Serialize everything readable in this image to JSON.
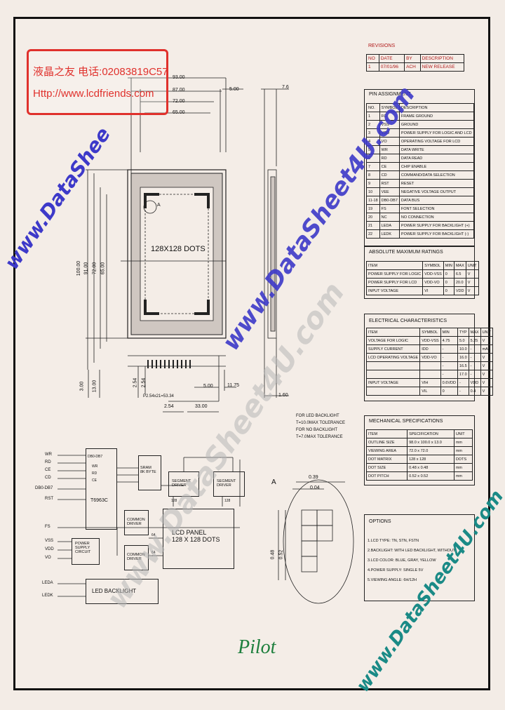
{
  "stamp": {
    "line1": "液晶之友 电话:02083819C57",
    "line2": "Http://www.lcdfriends.com"
  },
  "watermark": {
    "text_main": "www.DataSheet4U.com",
    "text_left": "www.DataShee",
    "text_right": "www.DataSheet4U.com",
    "color_blue": "#3d39c9",
    "color_teal": "#1a8a86",
    "color_grey": "#b7b7b7"
  },
  "revisions": {
    "title": "REVISIONS",
    "headers": [
      "NO",
      "DATE",
      "BY",
      "DESCRIPTION"
    ],
    "rows": [
      [
        "1",
        "07/01/96",
        "ACH",
        "NEW RELEASE"
      ]
    ]
  },
  "pins": {
    "title": "PIN ASSIGNMENT",
    "headers": [
      "NO.",
      "SYMBOL",
      "DESCRIPTION"
    ],
    "rows": [
      [
        "1",
        "FG",
        "FRAME GROUND"
      ],
      [
        "2",
        "VSS",
        "GROUND"
      ],
      [
        "3",
        "VDD",
        "POWER SUPPLY FOR LOGIC AND LCD"
      ],
      [
        "4",
        "VO",
        "OPERATING VOLTAGE FOR LCD"
      ],
      [
        "5",
        "WR",
        "DATA WRITE"
      ],
      [
        "6",
        "RD",
        "DATA READ"
      ],
      [
        "7",
        "CE",
        "CHIP ENABLE"
      ],
      [
        "8",
        "CD",
        "COMMAND/DATA SELECTION"
      ],
      [
        "9",
        "RST",
        "RESET"
      ],
      [
        "10",
        "VEE",
        "NEGATIVE VOLTAGE OUTPUT"
      ],
      [
        "11-18",
        "DB0-DB7",
        "DATA BUS"
      ],
      [
        "19",
        "FS",
        "FONT SELECTION"
      ],
      [
        "20",
        "NC",
        "NO CONNECTION"
      ],
      [
        "21",
        "LEDA",
        "POWER SUPPLY FOR BACKLIGHT (+)"
      ],
      [
        "22",
        "LEDK",
        "POWER SUPPLY FOR BACKLIGHT (-)"
      ]
    ]
  },
  "abs_max": {
    "title": "ABSOLUTE MAXIMUM RATINGS",
    "headers": [
      "ITEM",
      "SYMBOL",
      "MIN",
      "MAX",
      "UNIT"
    ],
    "rows": [
      [
        "POWER SUPPLY FOR LOGIC",
        "VDD-VSS",
        "0",
        "6.5",
        "V"
      ],
      [
        "POWER SUPPLY FOR LCD",
        "VDD-VO",
        "0",
        "20.0",
        "V"
      ],
      [
        "INPUT VOLTAGE",
        "VI",
        "0",
        "VDD",
        "V"
      ]
    ]
  },
  "electrical": {
    "title": "ELECTRICAL CHARACTERISTICS",
    "headers": [
      "ITEM",
      "SYMBOL",
      "MIN",
      "TYP",
      "MAX",
      "UNIT"
    ],
    "rows": [
      [
        "VOLTAGE FOR LOGIC",
        "VDD-VSS",
        "4.75",
        "5.0",
        "5.25",
        "V"
      ],
      [
        "SUPPLY CURRENT",
        "IDD",
        "-",
        "10.0",
        "-",
        "mA"
      ],
      [
        "LCD OPERATING VOLTAGE",
        "VDD-VO",
        "-",
        "16.0",
        "-",
        "V"
      ],
      [
        "",
        "",
        "-",
        "16.5",
        "-",
        "V"
      ],
      [
        "",
        "",
        "-",
        "17.0",
        "-",
        "V"
      ],
      [
        "INPUT VOLTAGE",
        "VIH",
        "0.6VDD",
        "-",
        "VDD",
        "V"
      ],
      [
        "",
        "VIL",
        "0",
        "-",
        "0.4",
        "V"
      ]
    ]
  },
  "mechanical": {
    "title": "MECHANICAL SPECIFICATIONS",
    "headers": [
      "ITEM",
      "SPECIFICATION",
      "UNIT"
    ],
    "rows": [
      [
        "OUTLINE SIZE",
        "98.0 x 100.0 x 13.0",
        "mm"
      ],
      [
        "VIEWING AREA",
        "72.0 x 72.0",
        "mm"
      ],
      [
        "DOT MATRIX",
        "128 x 128",
        "DOTS"
      ],
      [
        "DOT SIZE",
        "0.48 x 0.48",
        "mm"
      ],
      [
        "DOT PITCH",
        "0.52 x 0.52",
        "mm"
      ]
    ]
  },
  "options": {
    "title": "OPTIONS",
    "lines": [
      "1.LCD TYPE: TN, STN, FSTN",
      "2.BACKLIGHT: WITH LED BACKLIGHT, WITHOUT",
      "3.LCD COLOR: BLUE, GRAY, YELLOW",
      "4.POWER SUPPLY: SINGLE 5V",
      "5.VIEWING ANGLE: 6H/12H"
    ]
  },
  "drawing": {
    "dims_top": [
      "93.00",
      "87.00",
      "72.00",
      "65.00"
    ],
    "dim_right_top": "5.00",
    "display_label": "128X128 DOTS",
    "marker_a": "A",
    "dims_left": [
      "100.00",
      "91.00",
      "72.00",
      "65.00"
    ],
    "dims_bottom_left": [
      "3.00",
      "13.00"
    ],
    "dims_bottom": [
      "2.54",
      "2.54",
      "5.00",
      "33.00"
    ],
    "pitch_label": "P2.54x21=53.34",
    "dim_bottom_right": "1.60",
    "dim_side": "11.75",
    "side_top": "7.6",
    "backlight_notes": [
      "FOR LED BACKLIGHT",
      "T=10.0MAX TOLERANCE",
      "FOR NO BACKLIGHT",
      "T=7.0MAX TOLERANCE"
    ],
    "detail_label": "A",
    "detail_dims": [
      "0.39",
      "0.04",
      "0.48",
      "0.52"
    ],
    "brand": "Pilot"
  },
  "block": {
    "signals_left": [
      "WR",
      "RD",
      "CE",
      "CD",
      "DB0-DB7",
      "RST",
      "FS",
      "VSS",
      "VDD",
      "VO",
      "LEDA",
      "LEDK"
    ],
    "controller": "T6963C",
    "controller_pins": [
      "DB0-DB7",
      "WR",
      "RD",
      "CE"
    ],
    "sram": "SRAM\n8K BYTE",
    "segment_driver_1": "SEGMENT\nDRIVER",
    "segment_driver_2": "SEGMENT\nDRIVER",
    "common_driver_1": "COMMON\nDRIVER",
    "common_driver_2": "COMMON\nDRIVER",
    "power_circuit": "POWER\nSUPPLY\nCIRCUIT",
    "lcd_panel": "LCD PANEL\n128 X 128 DOTS",
    "led_backlight": "LED BACKLIGHT",
    "seg_labels": [
      "128",
      "128"
    ],
    "com_labels": [
      "64",
      "64"
    ]
  }
}
